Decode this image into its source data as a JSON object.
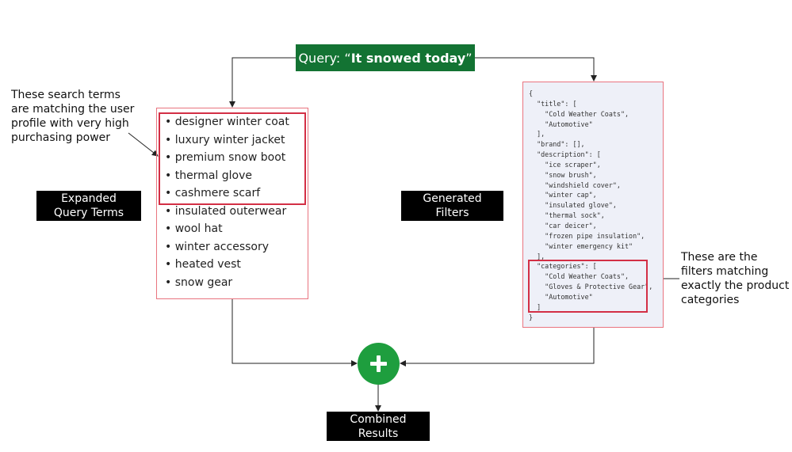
{
  "query": {
    "prefix": "Query: “",
    "text": "It snowed today",
    "suffix": "”"
  },
  "expanded_terms": {
    "label_line1": "Expanded",
    "label_line2": "Query Terms",
    "items": [
      "• designer winter coat",
      "• luxury winter jacket",
      "• premium snow boot",
      "• thermal glove",
      "• cashmere scarf",
      "• insulated outerwear",
      "• wool hat",
      "• winter accessory",
      "• heated vest",
      "• snow gear"
    ]
  },
  "generated_filters": {
    "label_line1": "Generated",
    "label_line2": "Filters",
    "json_text": "{\n  \"title\": [\n    \"Cold Weather Coats\",\n    \"Automotive\"\n  ],\n  \"brand\": [],\n  \"description\": [\n    \"ice scraper\",\n    \"snow brush\",\n    \"windshield cover\",\n    \"winter cap\",\n    \"insulated glove\",\n    \"thermal sock\",\n    \"car deicer\",\n    \"frozen pipe insulation\",\n    \"winter emergency kit\"\n  ],\n  \"categories\": [\n    \"Cold Weather Coats\",\n    \"Gloves & Protective Gear\",\n    \"Automotive\"\n  ]\n}"
  },
  "notes": {
    "left": [
      "These search terms",
      "are matching the user",
      "profile with very high",
      "purchasing power"
    ],
    "right": [
      "These are the",
      "filters matching",
      "exactly the product",
      "categories"
    ]
  },
  "combined": {
    "label_line1": "Combined",
    "label_line2": "Results",
    "plus_icon": "plus-icon"
  },
  "colors": {
    "query_bg": "#137333",
    "plus_bg": "#1e9e3e",
    "highlight": "#d32f45",
    "box_border": "#e9747f",
    "filter_bg": "#eef0f8"
  }
}
